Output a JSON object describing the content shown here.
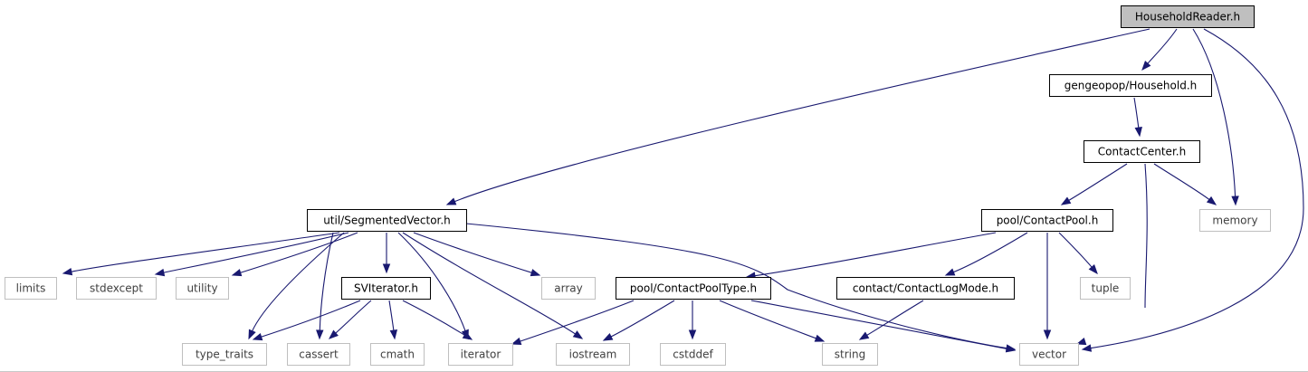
{
  "nodes": [
    {
      "id": "HouseholdReader",
      "label": "HouseholdReader.h",
      "kind": "root"
    },
    {
      "id": "Household",
      "label": "gengeopop/Household.h",
      "kind": "local"
    },
    {
      "id": "ContactCenter",
      "label": "ContactCenter.h",
      "kind": "local"
    },
    {
      "id": "SegmentedVector",
      "label": "util/SegmentedVector.h",
      "kind": "local"
    },
    {
      "id": "ContactPool",
      "label": "pool/ContactPool.h",
      "kind": "local"
    },
    {
      "id": "memory",
      "label": "memory",
      "kind": "system"
    },
    {
      "id": "limits",
      "label": "limits",
      "kind": "system"
    },
    {
      "id": "stdexcept",
      "label": "stdexcept",
      "kind": "system"
    },
    {
      "id": "utility",
      "label": "utility",
      "kind": "system"
    },
    {
      "id": "SVIterator",
      "label": "SVIterator.h",
      "kind": "local"
    },
    {
      "id": "array",
      "label": "array",
      "kind": "system"
    },
    {
      "id": "ContactPoolType",
      "label": "pool/ContactPoolType.h",
      "kind": "local"
    },
    {
      "id": "ContactLogMode",
      "label": "contact/ContactLogMode.h",
      "kind": "local"
    },
    {
      "id": "tuple",
      "label": "tuple",
      "kind": "system"
    },
    {
      "id": "type_traits",
      "label": "type_traits",
      "kind": "system"
    },
    {
      "id": "cassert",
      "label": "cassert",
      "kind": "system"
    },
    {
      "id": "cmath",
      "label": "cmath",
      "kind": "system"
    },
    {
      "id": "iterator",
      "label": "iterator",
      "kind": "system"
    },
    {
      "id": "iostream",
      "label": "iostream",
      "kind": "system"
    },
    {
      "id": "cstddef",
      "label": "cstddef",
      "kind": "system"
    },
    {
      "id": "string",
      "label": "string",
      "kind": "system"
    },
    {
      "id": "vector",
      "label": "vector",
      "kind": "system"
    }
  ],
  "edges": [
    {
      "from": "HouseholdReader",
      "to": "SegmentedVector"
    },
    {
      "from": "HouseholdReader",
      "to": "Household"
    },
    {
      "from": "HouseholdReader",
      "to": "memory"
    },
    {
      "from": "HouseholdReader",
      "to": "vector"
    },
    {
      "from": "Household",
      "to": "ContactCenter"
    },
    {
      "from": "ContactCenter",
      "to": "ContactPool"
    },
    {
      "from": "ContactCenter",
      "to": "memory"
    },
    {
      "from": "ContactCenter",
      "to": "vector"
    },
    {
      "from": "SegmentedVector",
      "to": "limits"
    },
    {
      "from": "SegmentedVector",
      "to": "stdexcept"
    },
    {
      "from": "SegmentedVector",
      "to": "utility"
    },
    {
      "from": "SegmentedVector",
      "to": "SVIterator"
    },
    {
      "from": "SegmentedVector",
      "to": "array"
    },
    {
      "from": "SegmentedVector",
      "to": "type_traits"
    },
    {
      "from": "SegmentedVector",
      "to": "cassert"
    },
    {
      "from": "SegmentedVector",
      "to": "iterator"
    },
    {
      "from": "SegmentedVector",
      "to": "iostream"
    },
    {
      "from": "SegmentedVector",
      "to": "vector"
    },
    {
      "from": "SVIterator",
      "to": "type_traits"
    },
    {
      "from": "SVIterator",
      "to": "cassert"
    },
    {
      "from": "SVIterator",
      "to": "cmath"
    },
    {
      "from": "SVIterator",
      "to": "iterator"
    },
    {
      "from": "ContactPool",
      "to": "ContactPoolType"
    },
    {
      "from": "ContactPool",
      "to": "ContactLogMode"
    },
    {
      "from": "ContactPool",
      "to": "tuple"
    },
    {
      "from": "ContactPool",
      "to": "vector"
    },
    {
      "from": "ContactPoolType",
      "to": "iterator"
    },
    {
      "from": "ContactPoolType",
      "to": "iostream"
    },
    {
      "from": "ContactPoolType",
      "to": "cstddef"
    },
    {
      "from": "ContactPoolType",
      "to": "string"
    },
    {
      "from": "ContactPoolType",
      "to": "vector"
    },
    {
      "from": "ContactLogMode",
      "to": "string"
    }
  ],
  "colors": {
    "edge": "#191970",
    "root_fill": "#bfbfbf",
    "local_border": "#000000",
    "system_border": "#bfbfbf",
    "system_text": "#404040"
  }
}
